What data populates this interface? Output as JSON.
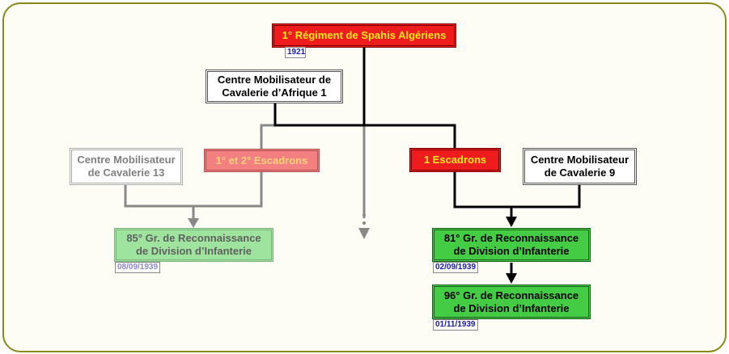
{
  "colors": {
    "frame": "#8a8a1a",
    "red": "#ee1c1c",
    "yellow_text": "#ffe81a",
    "green": "#44cc44",
    "pale_green": "#9ee39e",
    "pink": "#f28080",
    "date_blue": "#1a1aa8",
    "line_black": "#000000",
    "line_grey": "#888888"
  },
  "nodes": {
    "spahis": {
      "label": "1° Régiment de Spahis Algériens",
      "date": "1921"
    },
    "cm_afrique": {
      "label": "Centre Mobilisateur de\nCavalerie d’Afrique 1"
    },
    "cm13": {
      "label": "Centre Mobilisateur\nde Cavalerie 13"
    },
    "escadrons_1_2": {
      "label": "1° et 2° Escadrons"
    },
    "escadrons_1": {
      "label": "1 Escadrons"
    },
    "cm9": {
      "label": "Centre Mobilisateur\nde Cavalerie 9"
    },
    "gr85": {
      "label": "85° Gr. de Reconnaissance\nde Division d’Infanterie",
      "date": "08/09/1939"
    },
    "gr81": {
      "label": "81° Gr. de Reconnaissance\nde Division d’Infanterie",
      "date": "02/09/1939"
    },
    "gr96": {
      "label": "96° Gr. de Reconnaissance\nde Division d’Infanterie",
      "date": "01/11/1939"
    }
  }
}
